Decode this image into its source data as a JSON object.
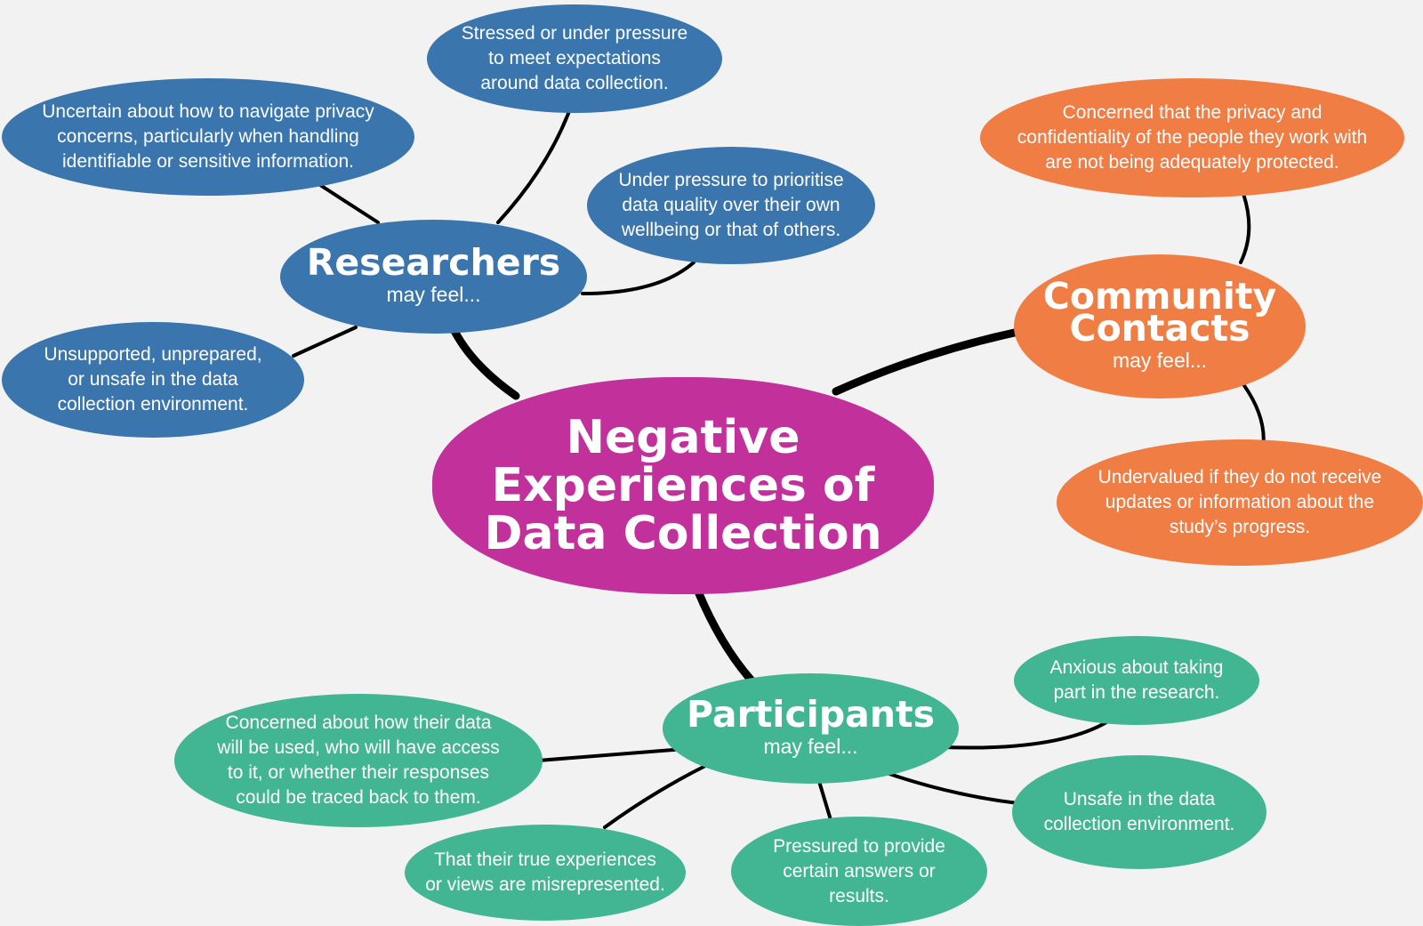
{
  "colors": {
    "researchers": "#3a76ad",
    "community": "#f07d43",
    "participants": "#42b593",
    "center": "#c2309c",
    "background": "#f2f2f2",
    "line": "#000000"
  },
  "center": {
    "title": "Negative\nExperiences of\nData Collection"
  },
  "researchers": {
    "title": "Researchers",
    "subtitle": "may feel...",
    "items": [
      "Stressed or under pressure\nto meet expectations\naround data collection.",
      "Uncertain about how to navigate privacy\nconcerns, particularly when handling\nidentifiable or sensitive information.",
      "Under pressure to prioritise\ndata quality over their own\nwellbeing or that of others.",
      "Unsupported, unprepared,\nor unsafe in the data\ncollection environment."
    ]
  },
  "community": {
    "title": "Community\nContacts",
    "subtitle": "may feel...",
    "items": [
      "Concerned that the privacy and\nconfidentiality of the people they work with\nare not being adequately protected.",
      "Undervalued if they do not receive\nupdates or information about the\nstudy’s progress."
    ]
  },
  "participants": {
    "title": "Participants",
    "subtitle": "may feel...",
    "items": [
      "Concerned about how their data\nwill be used, who will have access\nto it, or whether their responses\ncould be traced back to them.",
      "Anxious about taking\npart in the research.",
      "Unsafe in the data\ncollection environment.",
      "That their true experiences\nor views are misrepresented.",
      "Pressured to provide\ncertain answers or\nresults."
    ]
  }
}
